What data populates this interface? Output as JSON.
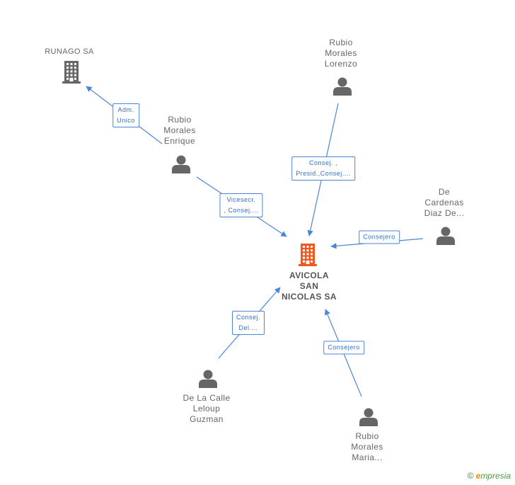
{
  "center_node": {
    "label": "AVICOLA\nSAN\nNICOLAS SA",
    "icon": "building-icon",
    "color": "#f0581f"
  },
  "nodes": [
    {
      "id": "runago",
      "label": "RUNAGO SA",
      "icon": "building-icon",
      "kind": "company"
    },
    {
      "id": "enrique",
      "label": "Rubio\nMorales\nEnrique",
      "icon": "person-icon",
      "kind": "person"
    },
    {
      "id": "lorenzo",
      "label": "Rubio\nMorales\nLorenzo",
      "icon": "person-icon",
      "kind": "person"
    },
    {
      "id": "decardenas",
      "label": "De\nCardenas\nDiaz De...",
      "icon": "person-icon",
      "kind": "person"
    },
    {
      "id": "delacalle",
      "label": "De La Calle\nLeloup\nGuzman",
      "icon": "person-icon",
      "kind": "person"
    },
    {
      "id": "maria",
      "label": "Rubio\nMorales\nMaria...",
      "icon": "person-icon",
      "kind": "person"
    }
  ],
  "edges": [
    {
      "from": "enrique",
      "to": "runago",
      "label": "Adm.\nUnico"
    },
    {
      "from": "enrique",
      "to": "center",
      "label": "Vicesecr.\n, Consej...."
    },
    {
      "from": "lorenzo",
      "to": "center",
      "label": "Consej. ,\nPresid.,Consej...."
    },
    {
      "from": "decardenas",
      "to": "center",
      "label": "Consejero"
    },
    {
      "from": "delacalle",
      "to": "center",
      "label": "Consej.\nDel...."
    },
    {
      "from": "maria",
      "to": "center",
      "label": "Consejero"
    }
  ],
  "colors": {
    "edge": "#4a86d6",
    "person_icon": "#666666",
    "company_icon": "#666666"
  },
  "footer": {
    "copyright": "©",
    "brand_initial": "e",
    "brand_rest": "mpresia"
  }
}
